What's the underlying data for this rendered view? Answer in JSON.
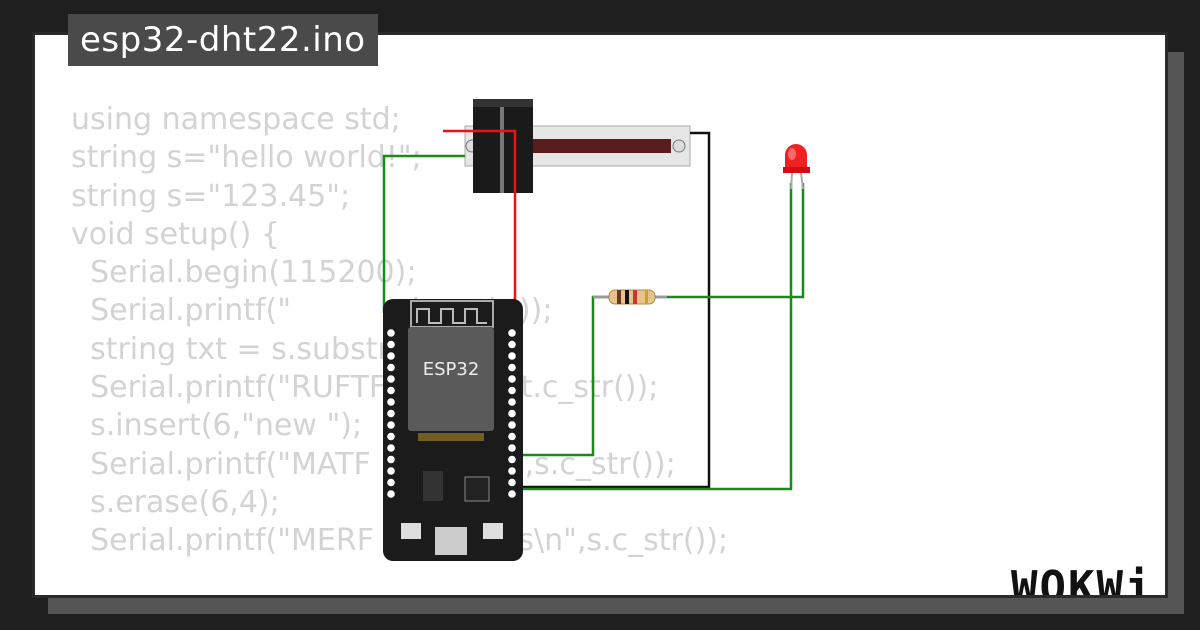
{
  "project": {
    "filename": "esp32-dht22.ino"
  },
  "code_lines": [
    "using namespace std;",
    "string s=\"hello world!\";",
    "string s=\"123.45\";",
    "void setup() {",
    "  Serial.begin(115200);",
    "  Serial.printf(\"          s.length());",
    "  string txt = s.substr",
    "  Serial.printf(\"RUFTF          ,txt.c_str());",
    "  s.insert(6,\"new \");",
    "  Serial.printf(\"MATF          s\\n\",s.c_str());",
    "  s.erase(6,4);",
    "  Serial.printf(\"MERF          X%s\\n\",s.c_str());"
  ],
  "board": {
    "chip_label": "ESP32"
  },
  "brand": {
    "logo_text": "WOKWi"
  },
  "colors": {
    "wire_red": "#e11",
    "wire_green": "#1a8a1a",
    "wire_black": "#111",
    "led": "#e22"
  }
}
